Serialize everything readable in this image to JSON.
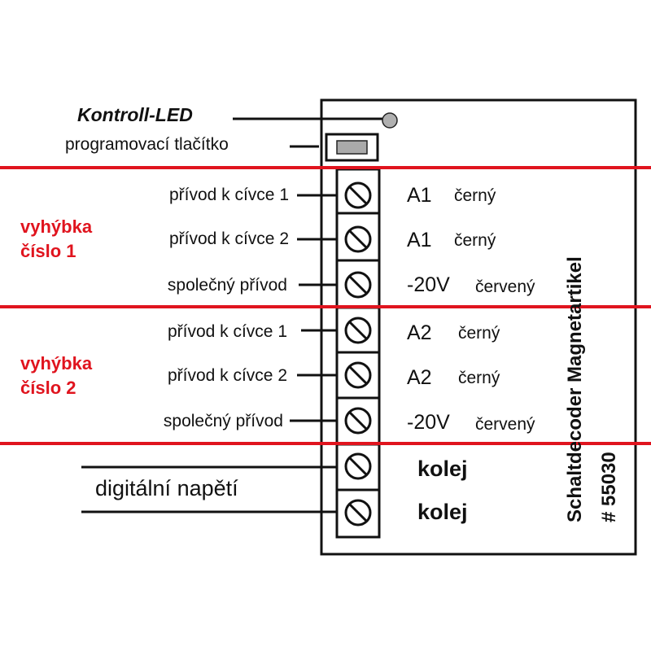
{
  "header": {
    "led_label": "Kontroll-LED",
    "button_label": "programovací tlačítko"
  },
  "groups": [
    {
      "name_line1": "vyhýbka",
      "name_line2": "číslo 1"
    },
    {
      "name_line1": "vyhýbka",
      "name_line2": "číslo 2"
    }
  ],
  "terminals": [
    {
      "label": "přívod k cívce 1",
      "code": "A1",
      "color_name": "černý"
    },
    {
      "label": "přívod k cívce 2",
      "code": "A1",
      "color_name": "černý"
    },
    {
      "label": "společný přívod",
      "code": "-20V",
      "color_name": "červený"
    },
    {
      "label": "přívod k cívce 1",
      "code": "A2",
      "color_name": "černý"
    },
    {
      "label": "přívod k cívce 2",
      "code": "A2",
      "color_name": "černý"
    },
    {
      "label": "společný přívod",
      "code": "-20V",
      "color_name": "červený"
    },
    {
      "label": "",
      "code": "kolej",
      "color_name": ""
    },
    {
      "label": "",
      "code": "kolej",
      "color_name": ""
    }
  ],
  "track": {
    "label": "digitální napětí"
  },
  "device": {
    "title_line1": "Schaltdecoder Magnetartikel",
    "title_line2": "# 55030"
  },
  "colors": {
    "separator": "#e0141e",
    "led": "#b0b0b0",
    "line": "#111111"
  }
}
